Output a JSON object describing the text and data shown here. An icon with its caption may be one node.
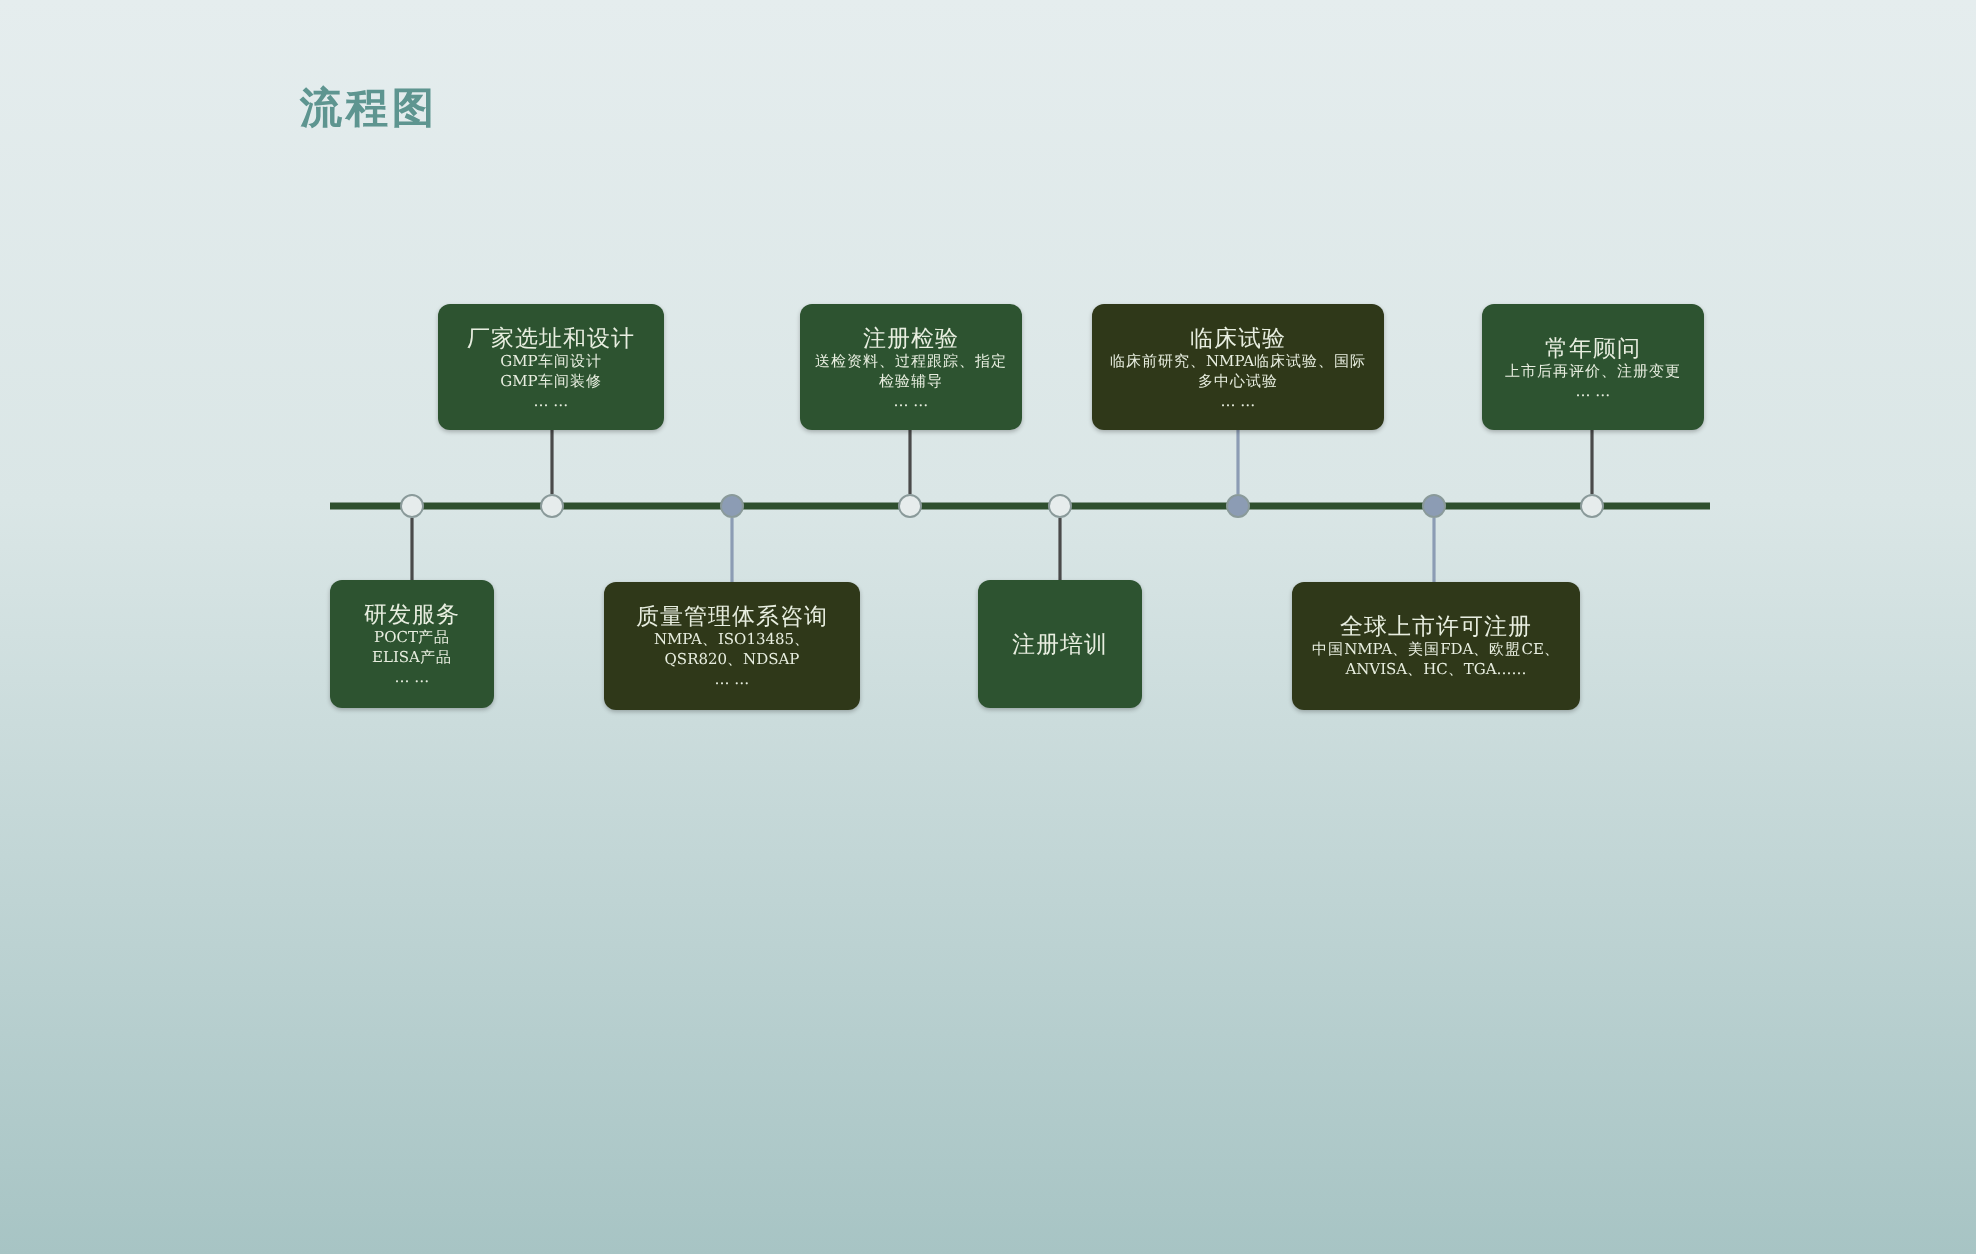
{
  "diagram": {
    "title": "流程图",
    "nodes": [
      {
        "text": [
          "厂家选址和设计",
          "GMP车间设计",
          "GMP车间装修",
          "… …"
        ]
      },
      {
        "text": [
          "注册检验",
          "送检资料、过程跟踪、指定检验辅导",
          "… …"
        ]
      },
      {
        "text": [
          "临床试验",
          "临床前研究、NMPA临床试验、国际多中心试验",
          "… …"
        ]
      },
      {
        "text": [
          "常年顾问",
          "上市后再评价、注册变更",
          "… …"
        ]
      },
      {
        "text": [
          "研发服务",
          "POCT产品",
          "ELISA产品",
          "… …"
        ]
      },
      {
        "text": [
          "质量管理体系咨询",
          "NMPA、ISO13485、QSR820、NDSAP",
          "… …"
        ]
      },
      {
        "text": [
          "注册培训"
        ]
      },
      {
        "text": [
          "全球上市许可注册",
          "中国NMPA、美国FDA、欧盟CE、ANVISA、HC、TGA……"
        ]
      },
      {
        "text": [],
        "shape": "circle"
      },
      {
        "text": [],
        "shape": "circle"
      },
      {
        "text": [],
        "shape": "circle"
      },
      {
        "text": [],
        "shape": "circle"
      },
      {
        "text": [],
        "shape": "circle"
      },
      {
        "text": [],
        "shape": "circle"
      },
      {
        "text": [],
        "shape": "circle"
      },
      {
        "text": [],
        "shape": "circle"
      }
    ],
    "edges": [
      {
        "from": 0,
        "to": 9,
        "arrow": "none"
      },
      {
        "from": 1,
        "to": 11,
        "arrow": "none"
      },
      {
        "from": 2,
        "to": 13,
        "arrow": "none",
        "color": "#8c9cb4"
      },
      {
        "from": 3,
        "to": 15,
        "arrow": "none"
      },
      {
        "from": 4,
        "to": 8,
        "arrow": "none"
      },
      {
        "from": 5,
        "to": 10,
        "arrow": "none",
        "color": "#8c9cb4"
      },
      {
        "from": 6,
        "to": 12,
        "arrow": "none"
      },
      {
        "from": 7,
        "to": 14,
        "arrow": "none",
        "color": "#8c9cb4"
      }
    ]
  }
}
